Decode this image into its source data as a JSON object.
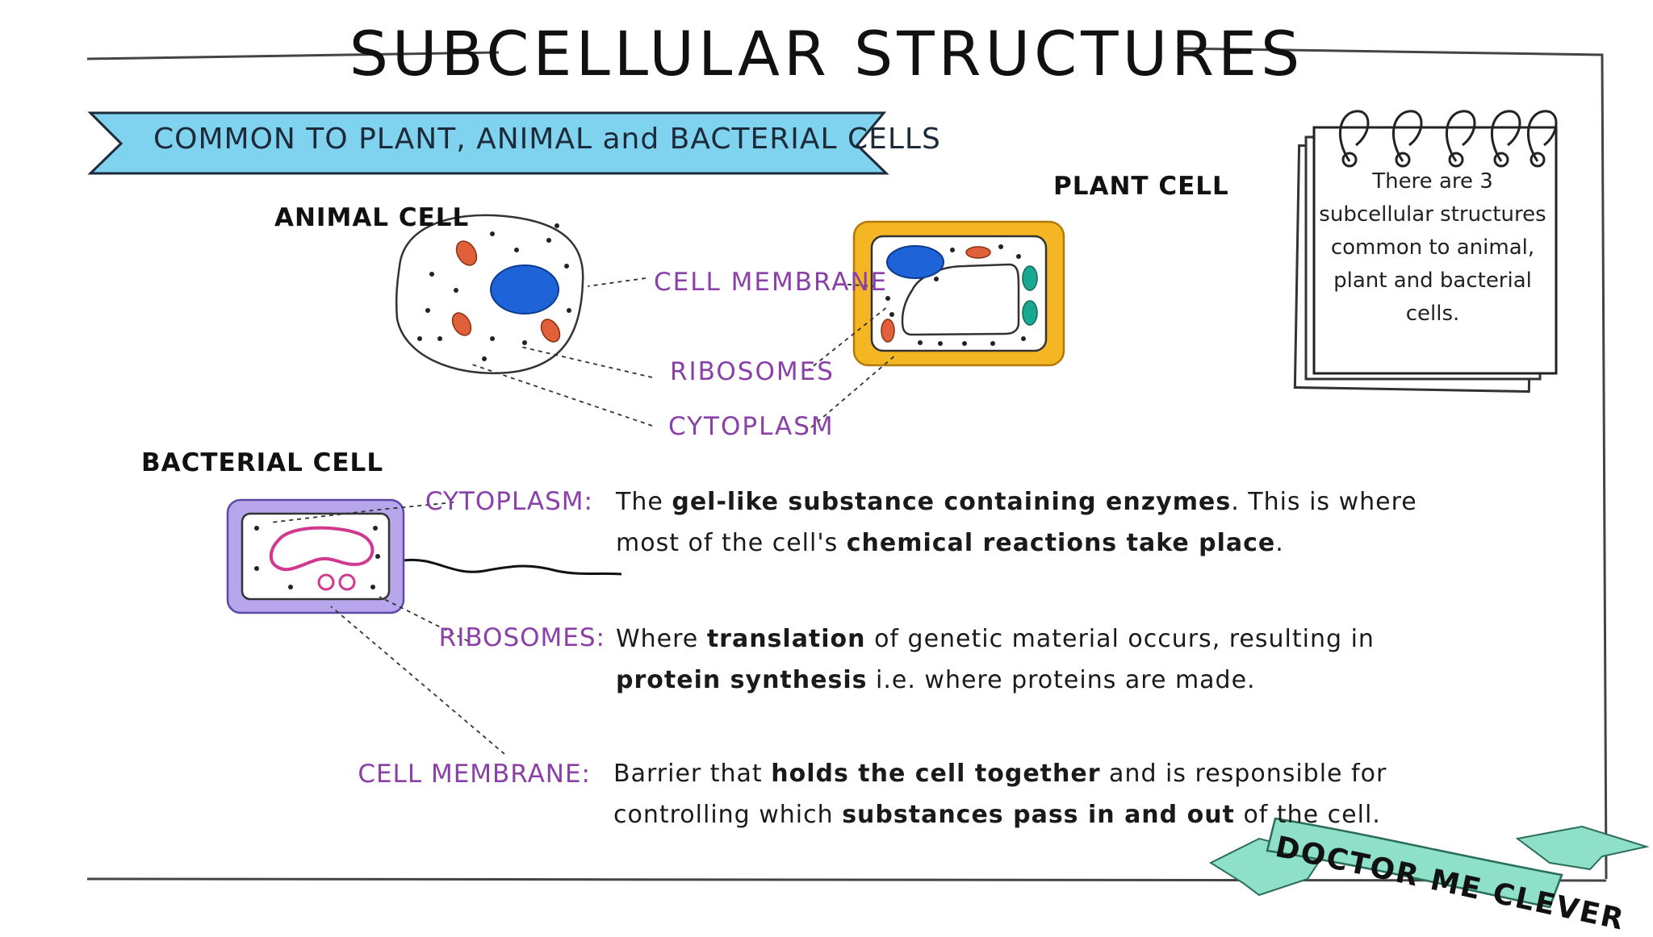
{
  "title": "SUBCELLULAR STRUCTURES",
  "banner": "COMMON TO PLANT, ANIMAL and BACTERIAL CELLS",
  "cells": {
    "animal": "ANIMAL CELL",
    "plant": "PLANT CELL",
    "bacterial": "BACTERIAL CELL"
  },
  "labels": {
    "cell_membrane": "CELL MEMBRANE",
    "ribosomes": "RIBOSOMES",
    "cytoplasm": "CYTOPLASM"
  },
  "definitions": [
    {
      "term": "CYTOPLASM:",
      "parts": [
        "The ",
        "gel-like substance containing enzymes",
        ". This is where most of the cell's ",
        "chemical reactions take place",
        "."
      ]
    },
    {
      "term": "RIBOSOMES:",
      "parts": [
        "Where ",
        "translation",
        " of genetic material occurs, resulting in ",
        "protein synthesis",
        " i.e. where proteins are made."
      ]
    },
    {
      "term": "CELL MEMBRANE:",
      "parts": [
        "Barrier that ",
        "holds the cell together",
        " and is responsible for controlling which ",
        "substances pass in and out",
        " of the cell."
      ]
    }
  ],
  "note": "There are 3 subcellular structures common to animal, plant and bacterial cells.",
  "brand": "DOCTOR ME CLEVER",
  "colors": {
    "banner": "#7fd3ef",
    "nucleus": "#1e63d8",
    "mitochondria": "#e0603a",
    "plant_wall": "#f4b623",
    "chloroplast": "#1aa890",
    "bacterial_wall": "#b8a6ec",
    "plasmid": "#d0398f",
    "label_purple": "#8b3fa8",
    "ribbon": "#8fe0c8"
  }
}
